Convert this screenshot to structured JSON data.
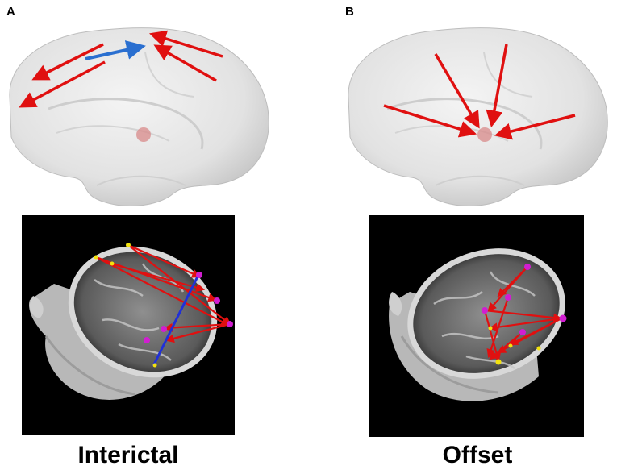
{
  "panels": [
    {
      "letter": "A",
      "caption": "Interictal",
      "arrow_color": "#e01010",
      "highlight_arrow_color": "#2a6fd0"
    },
    {
      "letter": "B",
      "caption": "Offset",
      "arrow_color": "#e01010"
    }
  ],
  "colors": {
    "brain_fill": "#e8e8e8",
    "brain_shadow": "#cfcfcf",
    "node_magenta": "#d11ed1",
    "node_yellow": "#f2e20e",
    "roi_dot": "#d88a8a"
  }
}
